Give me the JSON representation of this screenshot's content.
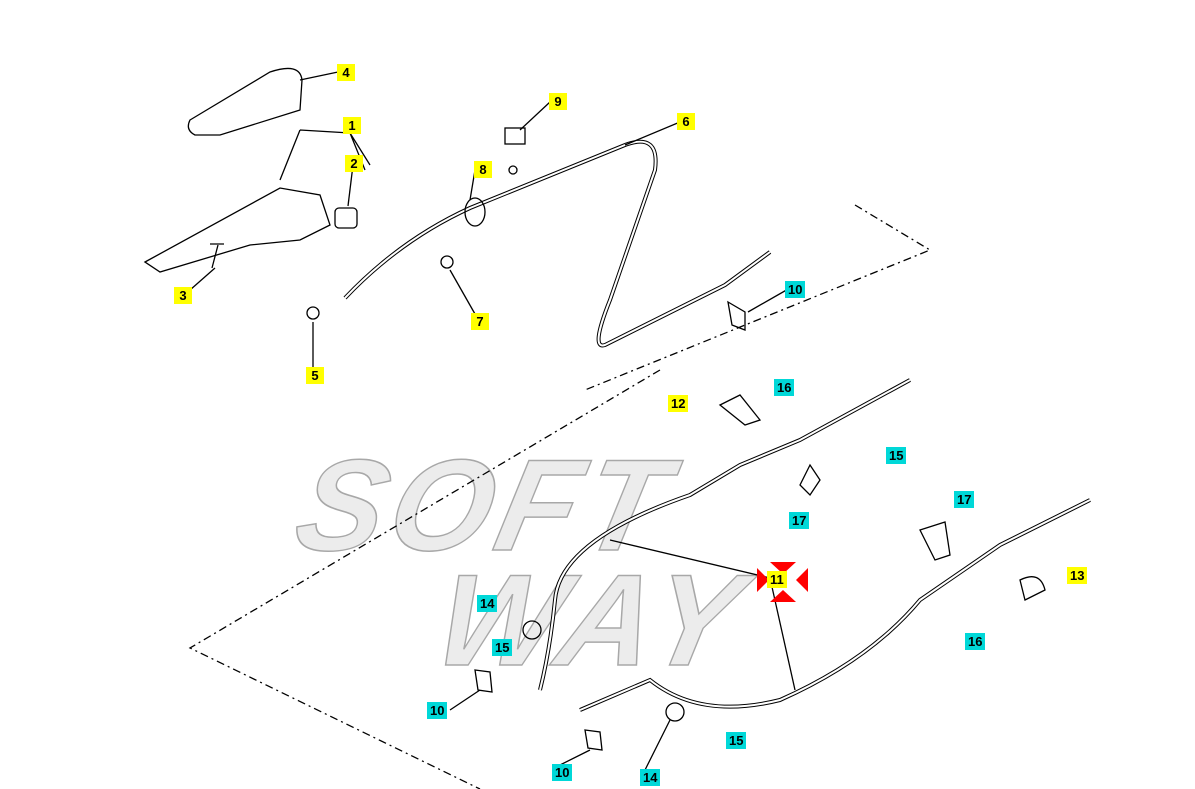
{
  "diagram": {
    "watermark": [
      "SOFT",
      "WAY"
    ],
    "highlight_color": "#ff0000",
    "callouts": [
      {
        "number": "4",
        "group": "yellow"
      },
      {
        "number": "1",
        "group": "yellow"
      },
      {
        "number": "2",
        "group": "yellow"
      },
      {
        "number": "9",
        "group": "yellow"
      },
      {
        "number": "6",
        "group": "yellow"
      },
      {
        "number": "8",
        "group": "yellow"
      },
      {
        "number": "3",
        "group": "yellow"
      },
      {
        "number": "7",
        "group": "yellow"
      },
      {
        "number": "5",
        "group": "yellow"
      },
      {
        "number": "10",
        "group": "cyan"
      },
      {
        "number": "12",
        "group": "yellow"
      },
      {
        "number": "16",
        "group": "cyan"
      },
      {
        "number": "15",
        "group": "cyan"
      },
      {
        "number": "17",
        "group": "cyan"
      },
      {
        "number": "17",
        "group": "cyan"
      },
      {
        "number": "11",
        "group": "yellow",
        "selected": true
      },
      {
        "number": "13",
        "group": "yellow"
      },
      {
        "number": "16",
        "group": "cyan"
      },
      {
        "number": "14",
        "group": "cyan"
      },
      {
        "number": "15",
        "group": "cyan"
      },
      {
        "number": "10",
        "group": "cyan"
      },
      {
        "number": "15",
        "group": "cyan"
      },
      {
        "number": "10",
        "group": "cyan"
      },
      {
        "number": "14",
        "group": "cyan"
      }
    ]
  }
}
